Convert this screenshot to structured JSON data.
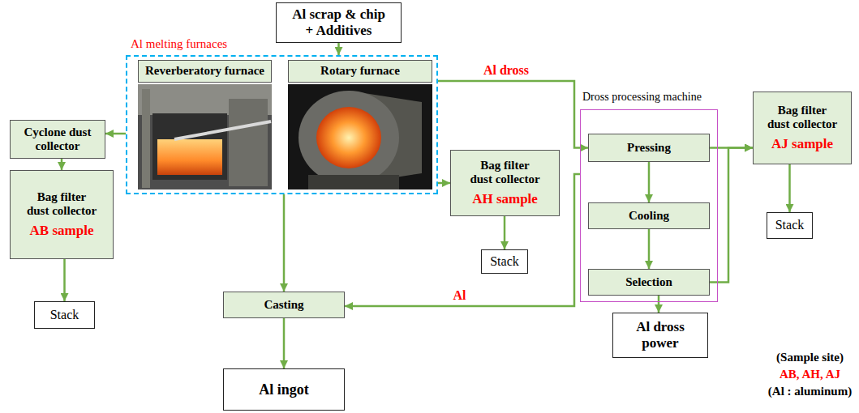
{
  "diagram": {
    "nodes": [
      {
        "text": [
          "Al scrap & chip + Additives"
        ]
      },
      {
        "text": [
          "Al melting furnaces"
        ]
      },
      {
        "text": [
          "Reverberatory furnace"
        ],
        "in": 1
      },
      {
        "text": [
          "Rotary furnace"
        ],
        "in": 1
      },
      {
        "text": [
          "Cyclone dust collector"
        ]
      },
      {
        "text": [
          "Bag filter dust collector",
          "AB sample"
        ]
      },
      {
        "text": [
          "Stack"
        ]
      },
      {
        "text": [
          "Casting"
        ]
      },
      {
        "text": [
          "Al ingot"
        ]
      },
      {
        "text": [
          "Bag filter dust collector",
          "AH sample"
        ]
      },
      {
        "text": [
          "Stack"
        ]
      },
      {
        "text": [
          "Dross processing machine"
        ]
      },
      {
        "text": [
          "Pressing"
        ],
        "in": 11
      },
      {
        "text": [
          "Cooling"
        ],
        "in": 11
      },
      {
        "text": [
          "Selection"
        ],
        "in": 11
      },
      {
        "text": [
          "Al dross power"
        ]
      },
      {
        "text": [
          "Bag filter dust collector",
          "AJ sample"
        ]
      },
      {
        "text": [
          "Stack"
        ]
      }
    ],
    "edges": [
      {
        "from": 0,
        "to": 1,
        "arrow": "to"
      },
      {
        "from": 1,
        "to": 4,
        "arrow": "to"
      },
      {
        "from": 4,
        "to": 5,
        "arrow": "to"
      },
      {
        "from": 5,
        "to": 6,
        "arrow": "to"
      },
      {
        "from": 1,
        "to": 9,
        "arrow": "to"
      },
      {
        "from": 9,
        "to": 10,
        "arrow": "to"
      },
      {
        "from": 1,
        "to": 7,
        "arrow": "to"
      },
      {
        "from": 7,
        "to": 8,
        "arrow": "to"
      },
      {
        "from": 1,
        "to": 12,
        "label": "Al dross",
        "arrow": "to"
      },
      {
        "from": 12,
        "to": 13,
        "arrow": "to"
      },
      {
        "from": 13,
        "to": 14,
        "arrow": "to"
      },
      {
        "from": 14,
        "to": 15,
        "arrow": "to"
      },
      {
        "from": 11,
        "to": 7,
        "label": "Al",
        "arrow": "to"
      },
      {
        "from": 12,
        "to": 16,
        "arrow": "to"
      },
      {
        "from": 14,
        "to": 16,
        "arrow": "to"
      },
      {
        "from": 16,
        "to": 17,
        "arrow": "to"
      }
    ],
    "labels": [
      "(Sample site)",
      "AB, AH, AJ",
      "(Al : aluminum)"
    ]
  }
}
